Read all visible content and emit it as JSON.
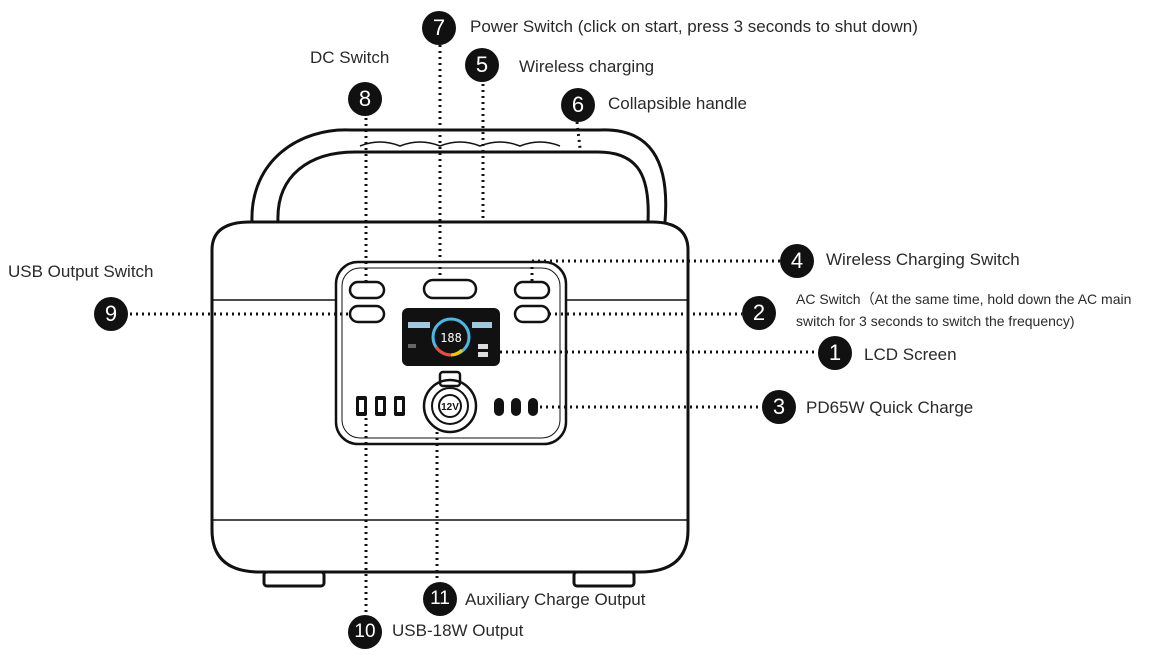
{
  "callouts": {
    "c7": {
      "num": "7",
      "label": "Power Switch (click on start, press 3 seconds to shut down)"
    },
    "c5": {
      "num": "5",
      "label": "Wireless charging"
    },
    "c6": {
      "num": "6",
      "label": "Collapsible handle"
    },
    "c8": {
      "num": "8",
      "label": "DC Switch"
    },
    "c9": {
      "num": "9",
      "label": "USB Output Switch"
    },
    "c4": {
      "num": "4",
      "label": "Wireless Charging Switch"
    },
    "c2": {
      "num": "2",
      "label": "AC Switch（At the same time, hold down the AC main switch for 3 seconds to switch the frequency)"
    },
    "c1": {
      "num": "1",
      "label": "LCD Screen"
    },
    "c3": {
      "num": "3",
      "label": "PD65W Quick Charge"
    },
    "c11": {
      "num": "11",
      "label": "Auxiliary Charge Output"
    },
    "c10": {
      "num": "10",
      "label": "USB-18W Output"
    }
  },
  "device": {
    "lcd_value": "188",
    "dc_port_label": "12V"
  }
}
